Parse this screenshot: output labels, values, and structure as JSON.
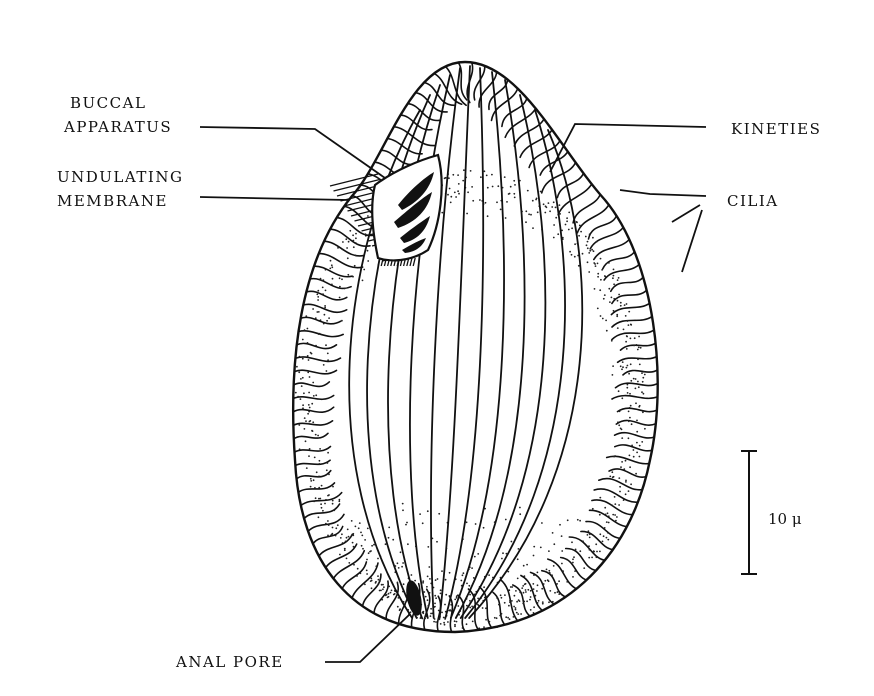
{
  "labels": {
    "buccal_line1": "BUCCAL",
    "buccal_line2": "APPARATUS",
    "undulating_line1": "UNDULATING",
    "undulating_line2": "MEMBRANE",
    "kineties": "KINETIES",
    "cilia": "CILIA",
    "anal_pore": "ANAL PORE"
  },
  "scale_bar": {
    "label": "10 μ"
  },
  "colors": {
    "ink": "#111111",
    "paper": "#ffffff"
  }
}
